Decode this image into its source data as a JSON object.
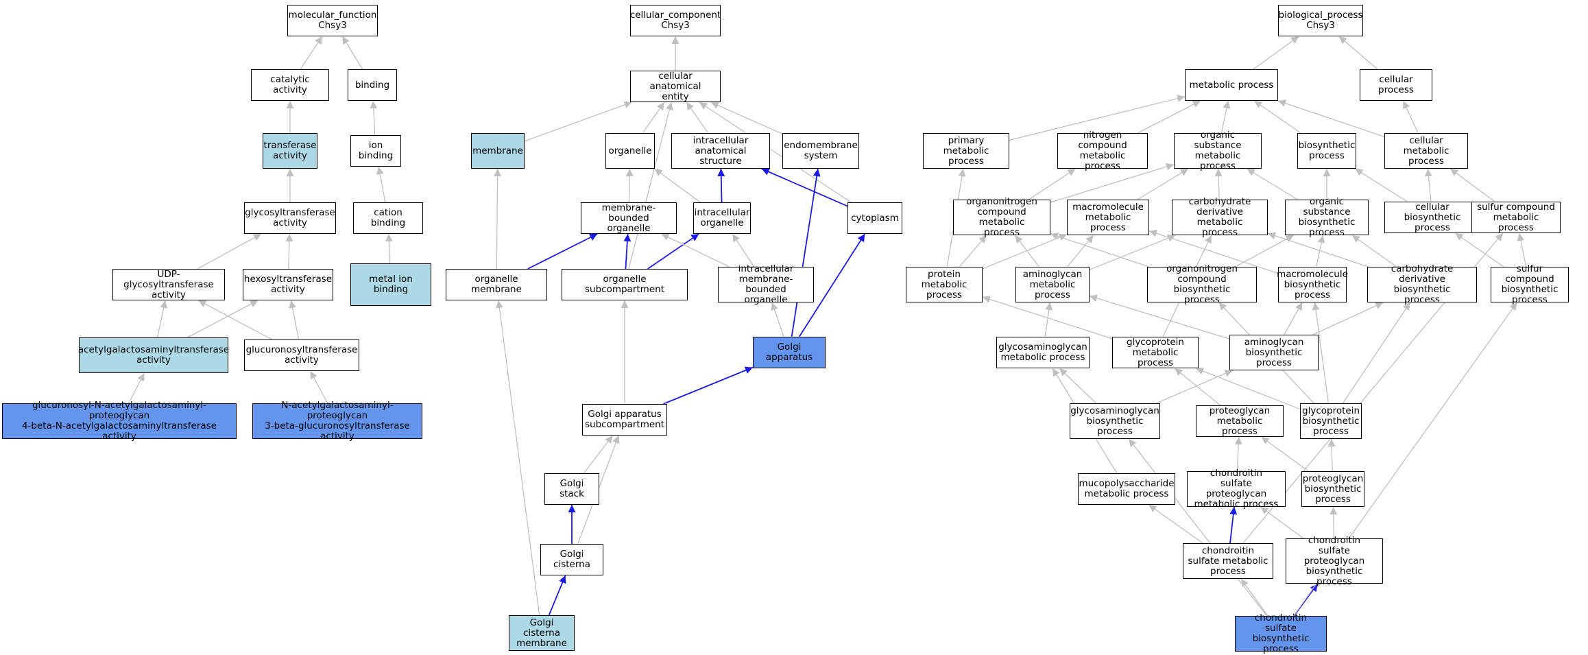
{
  "colors": {
    "edge_grey": "#c0c0c0",
    "edge_blue": "#1a1ae6",
    "light": "#add8e6",
    "dark": "#6495ed",
    "normal": "#ffffff"
  },
  "nodes": {
    "mf": {
      "label": "molecular_function\nChsy3",
      "style": "normal"
    },
    "catalytic": {
      "label": "catalytic activity",
      "style": "normal"
    },
    "binding": {
      "label": "binding",
      "style": "normal"
    },
    "transferase": {
      "label": "transferase\nactivity",
      "style": "light"
    },
    "ion_binding": {
      "label": "ion binding",
      "style": "normal"
    },
    "glycosyltransferase": {
      "label": "glycosyltransferase\nactivity",
      "style": "normal"
    },
    "cation_binding": {
      "label": "cation binding",
      "style": "normal"
    },
    "udp_glyco": {
      "label": "UDP-glycosyltransferase\nactivity",
      "style": "normal"
    },
    "hexosyl": {
      "label": "hexosyltransferase\nactivity",
      "style": "normal"
    },
    "metal_ion": {
      "label": "metal ion binding",
      "style": "light"
    },
    "acetylgal": {
      "label": "acetylgalactosaminyltransferase\nactivity",
      "style": "light"
    },
    "glucuronosyl": {
      "label": "glucuronosyltransferase\nactivity",
      "style": "normal"
    },
    "gnac": {
      "label": "glucuronosyl-N-acetylgalactosaminyl-proteoglycan\n4-beta-N-acetylgalactosaminyltransferase\nactivity",
      "style": "dark"
    },
    "nag": {
      "label": "N-acetylgalactosaminyl-proteoglycan\n3-beta-glucuronosyltransferase\nactivity",
      "style": "dark"
    },
    "cc": {
      "label": "cellular_component\nChsy3",
      "style": "normal"
    },
    "cae": {
      "label": "cellular anatomical\nentity",
      "style": "normal"
    },
    "membrane": {
      "label": "membrane",
      "style": "light"
    },
    "organelle": {
      "label": "organelle",
      "style": "normal"
    },
    "ias": {
      "label": "intracellular\nanatomical structure",
      "style": "normal"
    },
    "endomembrane": {
      "label": "endomembrane\nsystem",
      "style": "normal"
    },
    "mbo": {
      "label": "membrane-bounded\norganelle",
      "style": "normal"
    },
    "io": {
      "label": "intracellular\norganelle",
      "style": "normal"
    },
    "cytoplasm": {
      "label": "cytoplasm",
      "style": "normal"
    },
    "org_membrane": {
      "label": "organelle membrane",
      "style": "normal"
    },
    "org_subcomp": {
      "label": "organelle subcompartment",
      "style": "normal"
    },
    "imbo": {
      "label": "intracellular\nmembrane-bounded\norganelle",
      "style": "normal"
    },
    "golgi": {
      "label": "Golgi apparatus",
      "style": "dark"
    },
    "golgi_sub": {
      "label": "Golgi apparatus\nsubcompartment",
      "style": "normal"
    },
    "golgi_stack": {
      "label": "Golgi stack",
      "style": "normal"
    },
    "golgi_cisterna": {
      "label": "Golgi cisterna",
      "style": "normal"
    },
    "golgi_cm": {
      "label": "Golgi cisterna\nmembrane",
      "style": "light"
    },
    "bp": {
      "label": "biological_process\nChsy3",
      "style": "normal"
    },
    "metabolic": {
      "label": "metabolic process",
      "style": "normal"
    },
    "cellular_process": {
      "label": "cellular process",
      "style": "normal"
    },
    "primary": {
      "label": "primary metabolic\nprocess",
      "style": "normal"
    },
    "nitrogen": {
      "label": "nitrogen compound\nmetabolic process",
      "style": "normal"
    },
    "osmp": {
      "label": "organic substance\nmetabolic process",
      "style": "normal"
    },
    "biosynthetic": {
      "label": "biosynthetic\nprocess",
      "style": "normal"
    },
    "cmp": {
      "label": "cellular metabolic\nprocess",
      "style": "normal"
    },
    "oncmp": {
      "label": "organonitrogen\ncompound metabolic\nprocess",
      "style": "normal"
    },
    "mmp": {
      "label": "macromolecule\nmetabolic process",
      "style": "normal"
    },
    "cdmp": {
      "label": "carbohydrate\nderivative metabolic\nprocess",
      "style": "normal"
    },
    "osbp": {
      "label": "organic substance\nbiosynthetic\nprocess",
      "style": "normal"
    },
    "cbp": {
      "label": "cellular biosynthetic\nprocess",
      "style": "normal"
    },
    "scmp": {
      "label": "sulfur compound\nmetabolic process",
      "style": "normal"
    },
    "pmp": {
      "label": "protein metabolic\nprocess",
      "style": "normal"
    },
    "amp": {
      "label": "aminoglycan\nmetabolic process",
      "style": "normal"
    },
    "oncbp": {
      "label": "organonitrogen\ncompound biosynthetic\nprocess",
      "style": "normal"
    },
    "mbp": {
      "label": "macromolecule\nbiosynthetic\nprocess",
      "style": "normal"
    },
    "cdbp": {
      "label": "carbohydrate\nderivative biosynthetic\nprocess",
      "style": "normal"
    },
    "scbp": {
      "label": "sulfur compound\nbiosynthetic\nprocess",
      "style": "normal"
    },
    "gagmp": {
      "label": "glycosaminoglycan\nmetabolic process",
      "style": "normal"
    },
    "gpmp": {
      "label": "glycoprotein\nmetabolic process",
      "style": "normal"
    },
    "abp": {
      "label": "aminoglycan\nbiosynthetic\nprocess",
      "style": "normal"
    },
    "gagbp": {
      "label": "glycosaminoglycan\nbiosynthetic\nprocess",
      "style": "normal"
    },
    "pgmp": {
      "label": "proteoglycan\nmetabolic process",
      "style": "normal"
    },
    "gpbp": {
      "label": "glycoprotein\nbiosynthetic\nprocess",
      "style": "normal"
    },
    "mpsmp": {
      "label": "mucopolysaccharide\nmetabolic process",
      "style": "normal"
    },
    "cspmp": {
      "label": "chondroitin\nsulfate proteoglycan\nmetabolic process",
      "style": "normal"
    },
    "pgbp": {
      "label": "proteoglycan\nbiosynthetic\nprocess",
      "style": "normal"
    },
    "csmp": {
      "label": "chondroitin\nsulfate metabolic\nprocess",
      "style": "normal"
    },
    "cspbp": {
      "label": "chondroitin\nsulfate proteoglycan\nbiosynthetic\nprocess",
      "style": "normal"
    },
    "csbp": {
      "label": "chondroitin\nsulfate biosynthetic\nprocess",
      "style": "dark"
    }
  },
  "edges": [
    [
      "catalytic",
      "mf",
      "grey"
    ],
    [
      "binding",
      "mf",
      "grey"
    ],
    [
      "transferase",
      "catalytic",
      "grey"
    ],
    [
      "ion_binding",
      "binding",
      "grey"
    ],
    [
      "glycosyltransferase",
      "transferase",
      "grey"
    ],
    [
      "cation_binding",
      "ion_binding",
      "grey"
    ],
    [
      "udp_glyco",
      "glycosyltransferase",
      "grey"
    ],
    [
      "hexosyl",
      "glycosyltransferase",
      "grey"
    ],
    [
      "metal_ion",
      "cation_binding",
      "grey"
    ],
    [
      "acetylgal",
      "udp_glyco",
      "grey"
    ],
    [
      "acetylgal",
      "hexosyl",
      "grey"
    ],
    [
      "glucuronosyl",
      "udp_glyco",
      "grey"
    ],
    [
      "glucuronosyl",
      "hexosyl",
      "grey"
    ],
    [
      "gnac",
      "acetylgal",
      "grey"
    ],
    [
      "nag",
      "glucuronosyl",
      "grey"
    ],
    [
      "cae",
      "cc",
      "grey"
    ],
    [
      "membrane",
      "cae",
      "grey"
    ],
    [
      "organelle",
      "cae",
      "grey"
    ],
    [
      "ias",
      "cae",
      "grey"
    ],
    [
      "endomembrane",
      "cae",
      "grey"
    ],
    [
      "cytoplasm",
      "cae",
      "grey"
    ],
    [
      "org_subcomp",
      "cae",
      "grey"
    ],
    [
      "mbo",
      "organelle",
      "grey"
    ],
    [
      "io",
      "organelle",
      "grey"
    ],
    [
      "io",
      "ias",
      "blue"
    ],
    [
      "cytoplasm",
      "ias",
      "blue"
    ],
    [
      "org_membrane",
      "membrane",
      "grey"
    ],
    [
      "org_membrane",
      "mbo",
      "blue"
    ],
    [
      "org_subcomp",
      "mbo",
      "blue"
    ],
    [
      "org_subcomp",
      "io",
      "blue"
    ],
    [
      "imbo",
      "mbo",
      "grey"
    ],
    [
      "imbo",
      "io",
      "grey"
    ],
    [
      "golgi",
      "imbo",
      "grey"
    ],
    [
      "golgi",
      "endomembrane",
      "blue"
    ],
    [
      "golgi",
      "cytoplasm",
      "blue"
    ],
    [
      "golgi_sub",
      "org_subcomp",
      "grey"
    ],
    [
      "golgi_sub",
      "golgi",
      "blue"
    ],
    [
      "golgi_stack",
      "golgi_sub",
      "grey"
    ],
    [
      "golgi_cisterna",
      "golgi_sub",
      "grey"
    ],
    [
      "golgi_cisterna",
      "golgi_stack",
      "blue"
    ],
    [
      "golgi_cm",
      "golgi_cisterna",
      "blue"
    ],
    [
      "golgi_cm",
      "org_membrane",
      "grey"
    ],
    [
      "metabolic",
      "bp",
      "grey"
    ],
    [
      "cellular_process",
      "bp",
      "grey"
    ],
    [
      "primary",
      "metabolic",
      "grey"
    ],
    [
      "nitrogen",
      "metabolic",
      "grey"
    ],
    [
      "osmp",
      "metabolic",
      "grey"
    ],
    [
      "biosynthetic",
      "metabolic",
      "grey"
    ],
    [
      "cmp",
      "metabolic",
      "grey"
    ],
    [
      "cmp",
      "cellular_process",
      "grey"
    ],
    [
      "oncmp",
      "nitrogen",
      "grey"
    ],
    [
      "oncmp",
      "osmp",
      "grey"
    ],
    [
      "mmp",
      "osmp",
      "grey"
    ],
    [
      "cdmp",
      "osmp",
      "grey"
    ],
    [
      "osbp",
      "osmp",
      "grey"
    ],
    [
      "osbp",
      "biosynthetic",
      "grey"
    ],
    [
      "cbp",
      "biosynthetic",
      "grey"
    ],
    [
      "cbp",
      "cmp",
      "grey"
    ],
    [
      "scmp",
      "cmp",
      "grey"
    ],
    [
      "pmp",
      "primary",
      "grey"
    ],
    [
      "pmp",
      "oncmp",
      "grey"
    ],
    [
      "pmp",
      "mmp",
      "grey"
    ],
    [
      "amp",
      "oncmp",
      "grey"
    ],
    [
      "amp",
      "mmp",
      "grey"
    ],
    [
      "amp",
      "cdmp",
      "grey"
    ],
    [
      "oncbp",
      "oncmp",
      "grey"
    ],
    [
      "oncbp",
      "osbp",
      "grey"
    ],
    [
      "mbp",
      "mmp",
      "grey"
    ],
    [
      "mbp",
      "osbp",
      "grey"
    ],
    [
      "cdbp",
      "cdmp",
      "grey"
    ],
    [
      "cdbp",
      "osbp",
      "grey"
    ],
    [
      "scbp",
      "cbp",
      "grey"
    ],
    [
      "scbp",
      "scmp",
      "grey"
    ],
    [
      "gagmp",
      "amp",
      "grey"
    ],
    [
      "gpmp",
      "pmp",
      "grey"
    ],
    [
      "gpmp",
      "cdmp",
      "grey"
    ],
    [
      "abp",
      "amp",
      "grey"
    ],
    [
      "abp",
      "mbp",
      "grey"
    ],
    [
      "abp",
      "cdbp",
      "grey"
    ],
    [
      "gagbp",
      "gagmp",
      "grey"
    ],
    [
      "gagbp",
      "abp",
      "grey"
    ],
    [
      "pgmp",
      "gpmp",
      "grey"
    ],
    [
      "gpbp",
      "gpmp",
      "grey"
    ],
    [
      "gpbp",
      "oncbp",
      "grey"
    ],
    [
      "gpbp",
      "mbp",
      "grey"
    ],
    [
      "gpbp",
      "cdbp",
      "grey"
    ],
    [
      "mpsmp",
      "gagmp",
      "grey"
    ],
    [
      "cspmp",
      "pgmp",
      "grey"
    ],
    [
      "pgbp",
      "pgmp",
      "grey"
    ],
    [
      "pgbp",
      "gpbp",
      "grey"
    ],
    [
      "csmp",
      "mpsmp",
      "grey"
    ],
    [
      "csmp",
      "cspmp",
      "blue"
    ],
    [
      "csmp",
      "scmp",
      "grey"
    ],
    [
      "cspbp",
      "cspmp",
      "grey"
    ],
    [
      "cspbp",
      "pgbp",
      "grey"
    ],
    [
      "csbp",
      "csmp",
      "grey"
    ],
    [
      "csbp",
      "cspbp",
      "blue"
    ],
    [
      "csbp",
      "gagbp",
      "grey"
    ],
    [
      "csbp",
      "scbp",
      "grey"
    ]
  ]
}
